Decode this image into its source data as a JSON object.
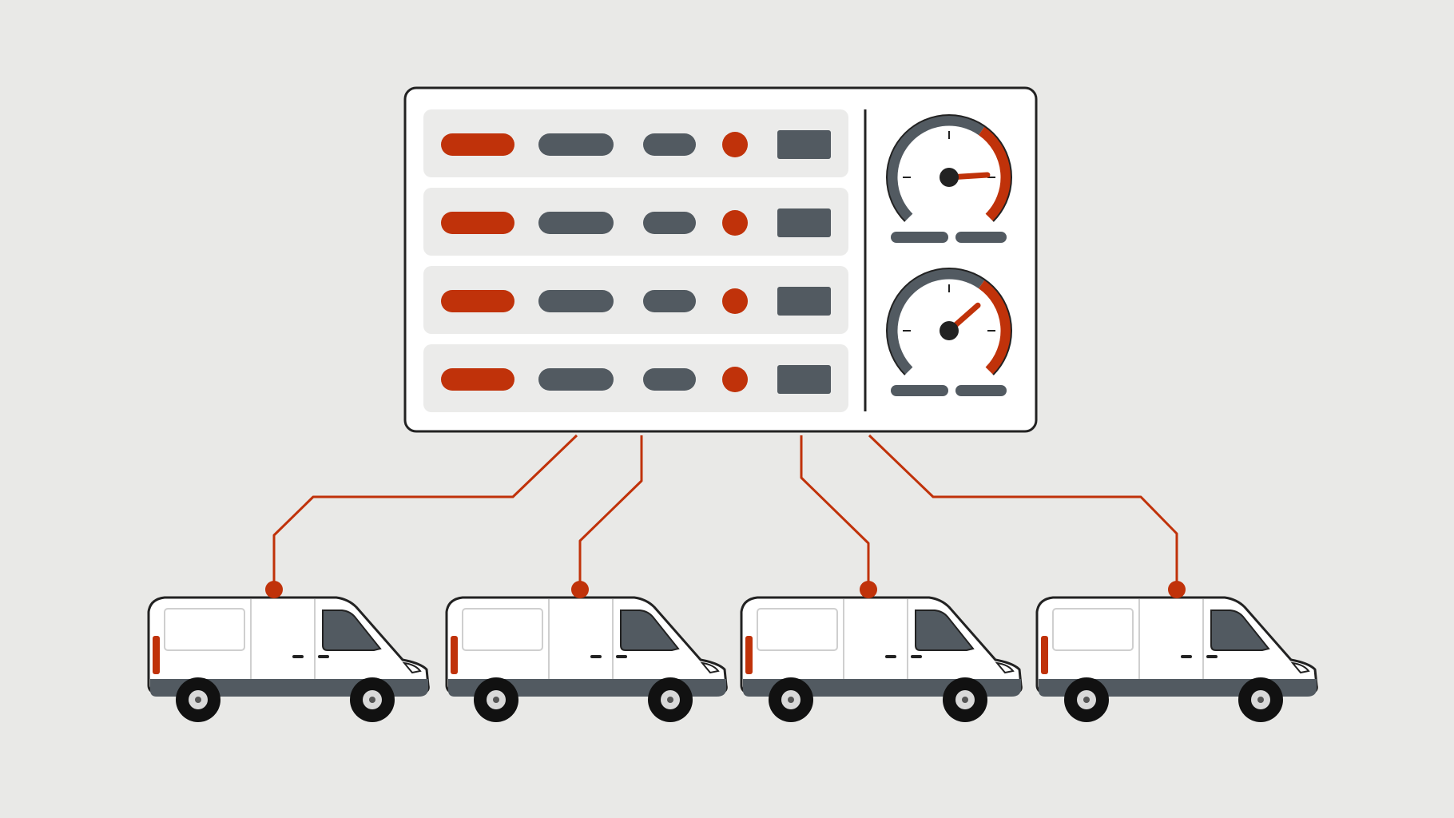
{
  "colors": {
    "background": "#e9e9e7",
    "accent": "#c0320a",
    "slate": "#525a61",
    "panel": "#ffffff",
    "row": "#ebebea",
    "outline": "#222222"
  },
  "dashboard": {
    "rows": [
      {
        "status": "active"
      },
      {
        "status": "active"
      },
      {
        "status": "active"
      },
      {
        "status": "active"
      }
    ],
    "gauges": [
      {
        "icon": "speedometer-icon",
        "needle_level": 0.82
      },
      {
        "icon": "speedometer-icon",
        "needle_level": 0.68
      }
    ]
  },
  "fleet": {
    "vehicle_icon": "delivery-van-icon",
    "vehicles": [
      {
        "id": "van-1"
      },
      {
        "id": "van-2"
      },
      {
        "id": "van-3"
      },
      {
        "id": "van-4"
      }
    ]
  }
}
